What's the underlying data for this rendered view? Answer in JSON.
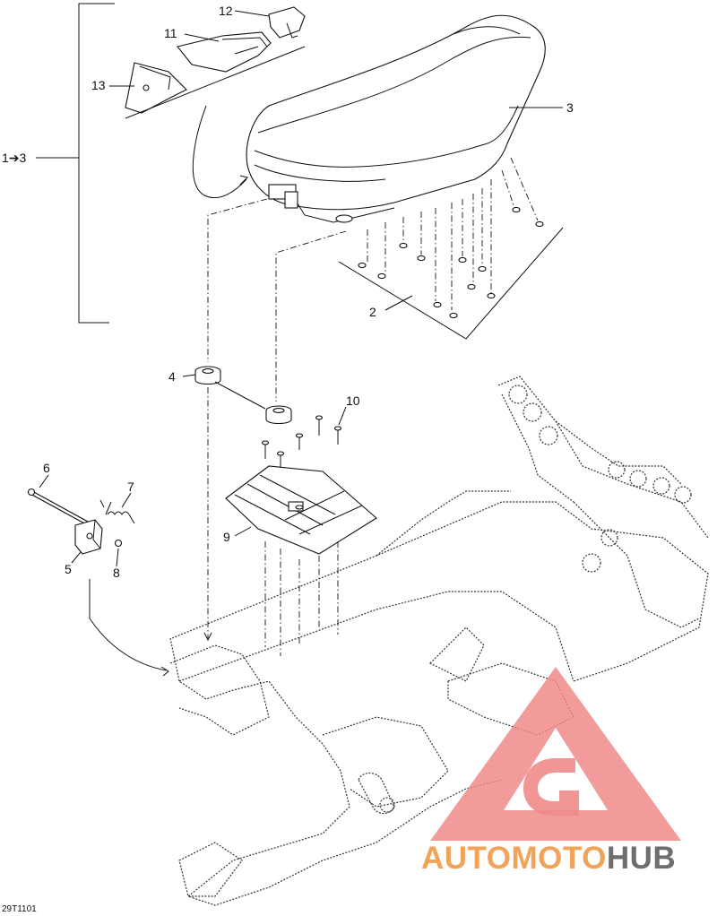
{
  "diagram_code": "29T1101",
  "callouts": {
    "range": "1➔3",
    "c2": "2",
    "c3": "3",
    "c4": "4",
    "c5": "5",
    "c6": "6",
    "c7": "7",
    "c8": "8",
    "c9": "9",
    "c10": "10",
    "c11": "11",
    "c12": "12",
    "c13": "13"
  },
  "watermark": {
    "part1": "AUTOMOTO",
    "part2": "HUB",
    "color_primary": "#f2a35a",
    "color_secondary": "#6e6e6e",
    "color_triangle": "#ef8a8a"
  }
}
